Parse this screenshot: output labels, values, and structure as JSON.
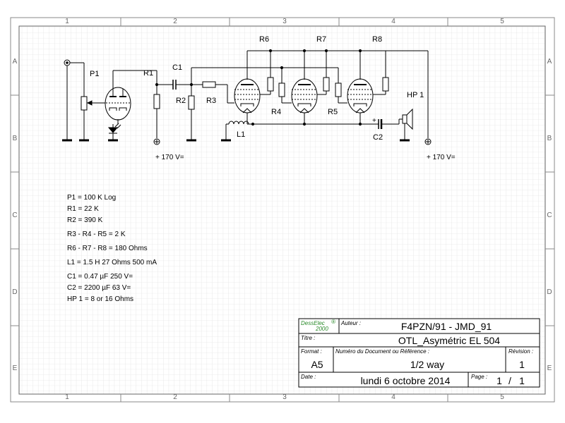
{
  "ruler": {
    "columns": [
      "1",
      "2",
      "3",
      "4",
      "5"
    ],
    "rows": [
      "A",
      "B",
      "C",
      "D",
      "E"
    ]
  },
  "components": {
    "p1": "P1",
    "r1": "R1",
    "c1": "C1",
    "r2": "R2",
    "r3": "R3",
    "r4": "R4",
    "r5": "R5",
    "r6": "R6",
    "r7": "R7",
    "r8": "R8",
    "l1": "L1",
    "c2": "C2",
    "hp1": "HP 1",
    "c2_plus": "+"
  },
  "supply": {
    "left": "+ 170 V=",
    "right": "+ 170 V="
  },
  "parts_list": [
    "P1 = 100 K Log",
    "R1 = 22 K",
    "R2 = 390 K",
    "R3 - R4 - R5 = 2 K",
    "R6 - R7 - R8 = 180 Ohms",
    "L1 = 1.5 H 27 Ohms 500 mA",
    "C1 = 0.47 µF 250 V=",
    "C2 = 2200 µF 63 V=",
    " HP 1 = 8 or 16 Ohms"
  ],
  "title_block": {
    "logo_line1": "DessElec",
    "logo_reg": "®",
    "logo_line2": "2000",
    "author_label": "Auteur :",
    "author": "F4PZN/91 - JMD_91",
    "title_label": "Titre :",
    "title": "OTL_Asymétric EL 504",
    "format_label": "Format :",
    "format": "A5",
    "docnum_label": "Numéro du Document ou Référence :",
    "docnum": "1/2 way",
    "revision_label": "Révision :",
    "revision": "1",
    "date_label": "Date :",
    "date": "lundi 6 octobre 2014",
    "page_label": "Page :",
    "page_num": "1",
    "page_sep": "/",
    "page_total": "1"
  }
}
